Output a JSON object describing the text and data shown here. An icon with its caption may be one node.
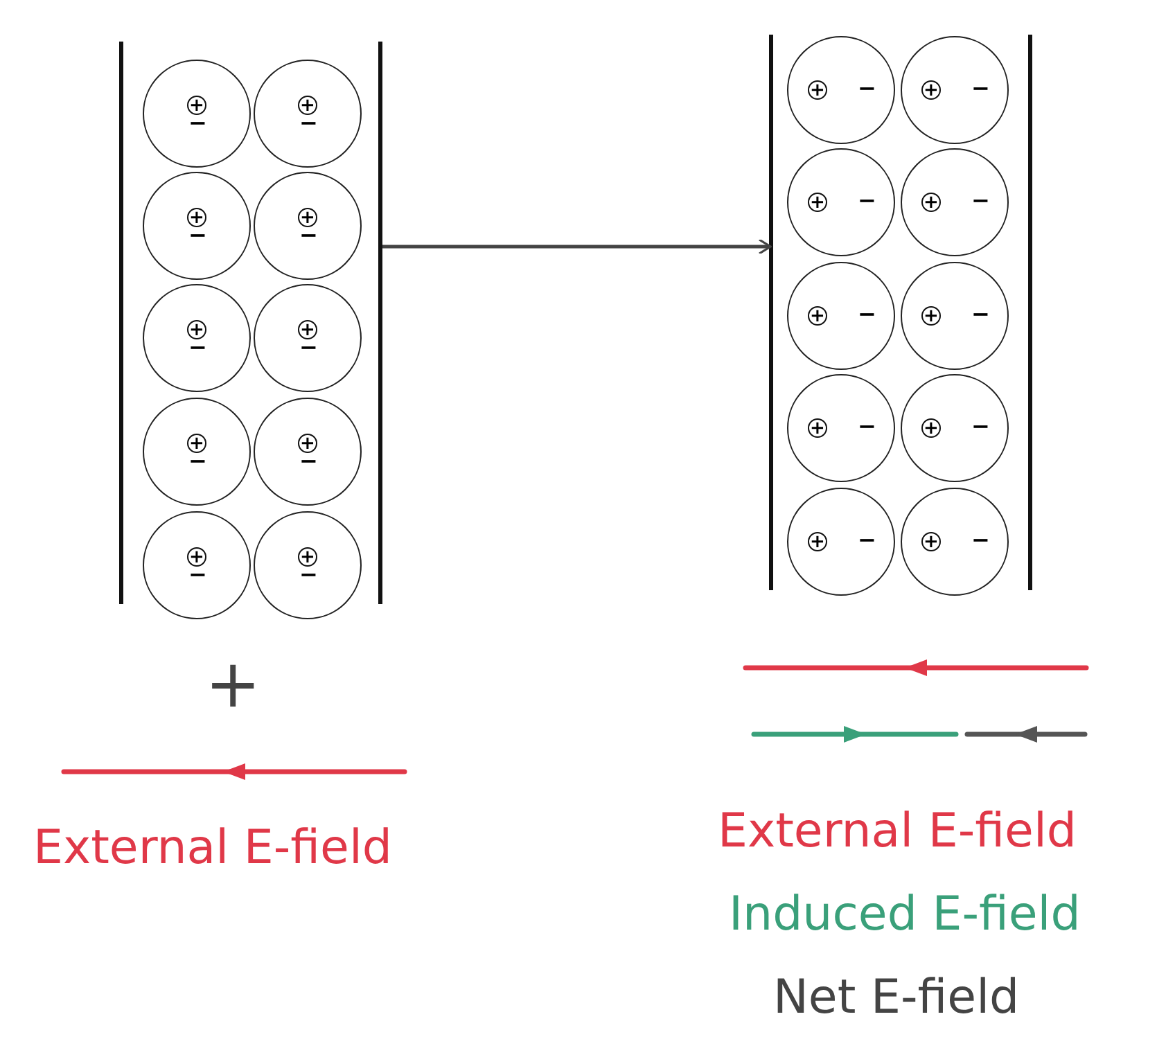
{
  "diagram": {
    "nodes": [
      {
        "text": [],
        "shape": "box"
      },
      {
        "text": [
          "+",
          "−"
        ],
        "in": 0
      },
      {
        "text": [
          "+",
          "−"
        ],
        "in": 0
      },
      {
        "text": [
          "+",
          "−"
        ],
        "in": 0
      },
      {
        "text": [
          "+",
          "−"
        ],
        "in": 0
      },
      {
        "text": [
          "+",
          "−"
        ],
        "in": 0
      },
      {
        "text": [
          "+",
          "−"
        ],
        "in": 0
      },
      {
        "text": [
          "+",
          "−"
        ],
        "in": 0
      },
      {
        "text": [
          "+",
          "−"
        ],
        "in": 0
      },
      {
        "text": [
          "+",
          "−"
        ],
        "in": 0
      },
      {
        "text": [
          "+",
          "−"
        ],
        "in": 0
      },
      {
        "text": [],
        "shape": "box"
      },
      {
        "text": [
          "+",
          "−"
        ],
        "in": 11
      },
      {
        "text": [
          "+",
          "−"
        ],
        "in": 11
      },
      {
        "text": [
          "+",
          "−"
        ],
        "in": 11
      },
      {
        "text": [
          "+",
          "−"
        ],
        "in": 11
      },
      {
        "text": [
          "+",
          "−"
        ],
        "in": 11
      },
      {
        "text": [
          "+",
          "−"
        ],
        "in": 11
      },
      {
        "text": [
          "+",
          "−"
        ],
        "in": 11
      },
      {
        "text": [
          "+",
          "−"
        ],
        "in": 11
      },
      {
        "text": [
          "+",
          "−"
        ],
        "in": 11
      },
      {
        "text": [
          "+",
          "−"
        ],
        "in": 11
      }
    ],
    "edges": [
      {
        "from": 0,
        "to": 11,
        "arrow": "to"
      }
    ],
    "labels": [
      "+"
    ],
    "legend": [
      {
        "text": "External E-field"
      },
      {
        "text": "External E-field"
      },
      {
        "text": "Induced E-field"
      },
      {
        "text": "Net E-field"
      }
    ]
  }
}
